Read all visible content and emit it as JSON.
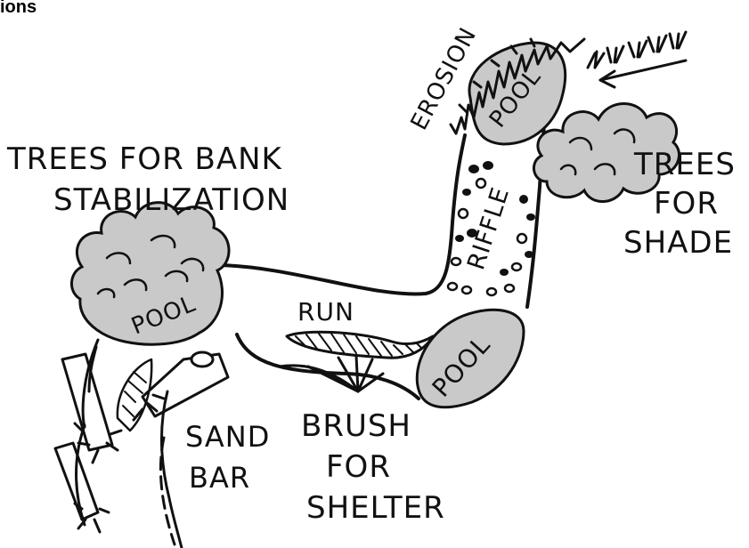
{
  "header": {
    "text": "ions"
  },
  "labels": {
    "erosion": "EROSION",
    "trees_bank": [
      "TREES FOR BANK",
      "STABILIZATION"
    ],
    "trees_shade": [
      "TREES",
      "FOR",
      "SHADE"
    ],
    "riffle": "RIFFLE",
    "run": "RUN",
    "pool": "POOL",
    "sand_bar": [
      "SAND",
      "BAR"
    ],
    "brush": [
      "BRUSH",
      "FOR",
      "SHELTER"
    ]
  },
  "colors": {
    "ink": "#111111",
    "fill": "#c9c9c9",
    "background": "#ffffff"
  }
}
